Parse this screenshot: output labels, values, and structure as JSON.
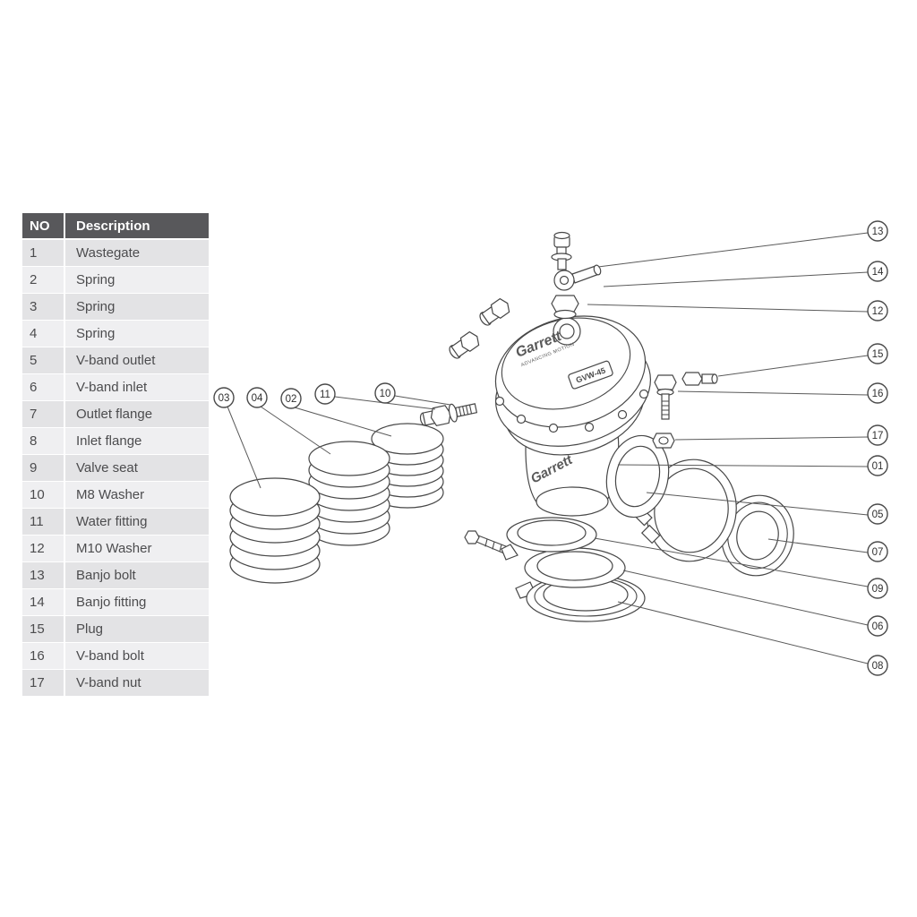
{
  "table": {
    "headers": {
      "no": "NO",
      "desc": "Description"
    },
    "rows": [
      {
        "no": "1",
        "desc": "Wastegate"
      },
      {
        "no": "2",
        "desc": "Spring"
      },
      {
        "no": "3",
        "desc": "Spring"
      },
      {
        "no": "4",
        "desc": "Spring"
      },
      {
        "no": "5",
        "desc": "V-band outlet"
      },
      {
        "no": "6",
        "desc": "V-band inlet"
      },
      {
        "no": "7",
        "desc": "Outlet flange"
      },
      {
        "no": "8",
        "desc": "Inlet flange"
      },
      {
        "no": "9",
        "desc": "Valve seat"
      },
      {
        "no": "10",
        "desc": "M8 Washer"
      },
      {
        "no": "11",
        "desc": "Water fitting"
      },
      {
        "no": "12",
        "desc": "M10 Washer"
      },
      {
        "no": "13",
        "desc": "Banjo bolt"
      },
      {
        "no": "14",
        "desc": "Banjo fitting"
      },
      {
        "no": "15",
        "desc": "Plug"
      },
      {
        "no": "16",
        "desc": "V-band bolt"
      },
      {
        "no": "17",
        "desc": "V-band nut"
      }
    ]
  },
  "callouts": {
    "right": [
      {
        "label": "13"
      },
      {
        "label": "14"
      },
      {
        "label": "12"
      },
      {
        "label": "15"
      },
      {
        "label": "16"
      },
      {
        "label": "17"
      },
      {
        "label": "01"
      },
      {
        "label": "05"
      },
      {
        "label": "07"
      },
      {
        "label": "09"
      },
      {
        "label": "06"
      },
      {
        "label": "08"
      }
    ],
    "left": [
      {
        "label": "03"
      },
      {
        "label": "04"
      },
      {
        "label": "02"
      },
      {
        "label": "11"
      },
      {
        "label": "10"
      }
    ]
  },
  "drawing": {
    "logo_top": "Garrett",
    "logo_sub": "ADVANCING MOTION",
    "model": "GVW-45",
    "logo_body": "Garrett"
  },
  "colors": {
    "line": "#474747",
    "table_header_bg": "#58585b",
    "row_dark": "#e3e3e5",
    "row_light": "#efeff1",
    "background": "#ffffff"
  }
}
